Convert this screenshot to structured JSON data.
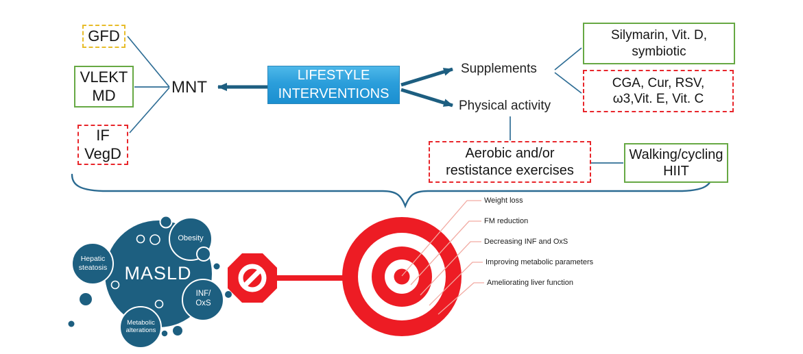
{
  "colors": {
    "teal_shape": "#1d5f80",
    "teal_line": "#2a6a91",
    "arrow_teal": "#1d5e80",
    "red": "#ed1c24",
    "red_dash_border": "#e8252a",
    "green_border": "#66a843",
    "yellow_border": "#e7bc29",
    "box_blue_top": "#4eb8e9",
    "box_blue_bottom": "#1b8fd0",
    "leader_line": "#f2aaa2"
  },
  "diagram": {
    "center_box": {
      "label": "LIFESTYLE\nINTERVENTIONS"
    },
    "mnt": {
      "label": "MNT"
    },
    "diet_boxes": [
      {
        "label": "GFD",
        "style": "yellow-dashed"
      },
      {
        "label": "VLEKT\nMD",
        "style": "green-solid"
      },
      {
        "label": "IF\nVegD",
        "style": "red-dashed"
      }
    ],
    "branches": {
      "supplements": {
        "label": "Supplements",
        "boxes": [
          {
            "label": "Silymarin, Vit. D,\nsymbiotic",
            "style": "green-solid"
          },
          {
            "label": "CGA, Cur, RSV,\nω3,Vit. E, Vit. C",
            "style": "red-dashed"
          }
        ]
      },
      "physical_activity": {
        "label": "Physical activity",
        "boxes": [
          {
            "label": "Aerobic and/or\nrestistance exercises",
            "style": "red-dashed"
          },
          {
            "label": "Walking/cycling\nHIIT",
            "style": "green-solid"
          }
        ]
      }
    },
    "disease_cluster": {
      "main_label": "MASLD",
      "bubbles": [
        {
          "label": "Hepatic\nsteatosis"
        },
        {
          "label": "Obesity"
        },
        {
          "label": "INF/\nOxS"
        },
        {
          "label": "Metabolic\nalterations"
        }
      ]
    },
    "outcomes": [
      {
        "label": "Weight loss"
      },
      {
        "label": "FM reduction"
      },
      {
        "label": "Decreasing INF and OxS"
      },
      {
        "label": "Improving metabolic parameters"
      },
      {
        "label": "Ameliorating liver function"
      }
    ]
  }
}
